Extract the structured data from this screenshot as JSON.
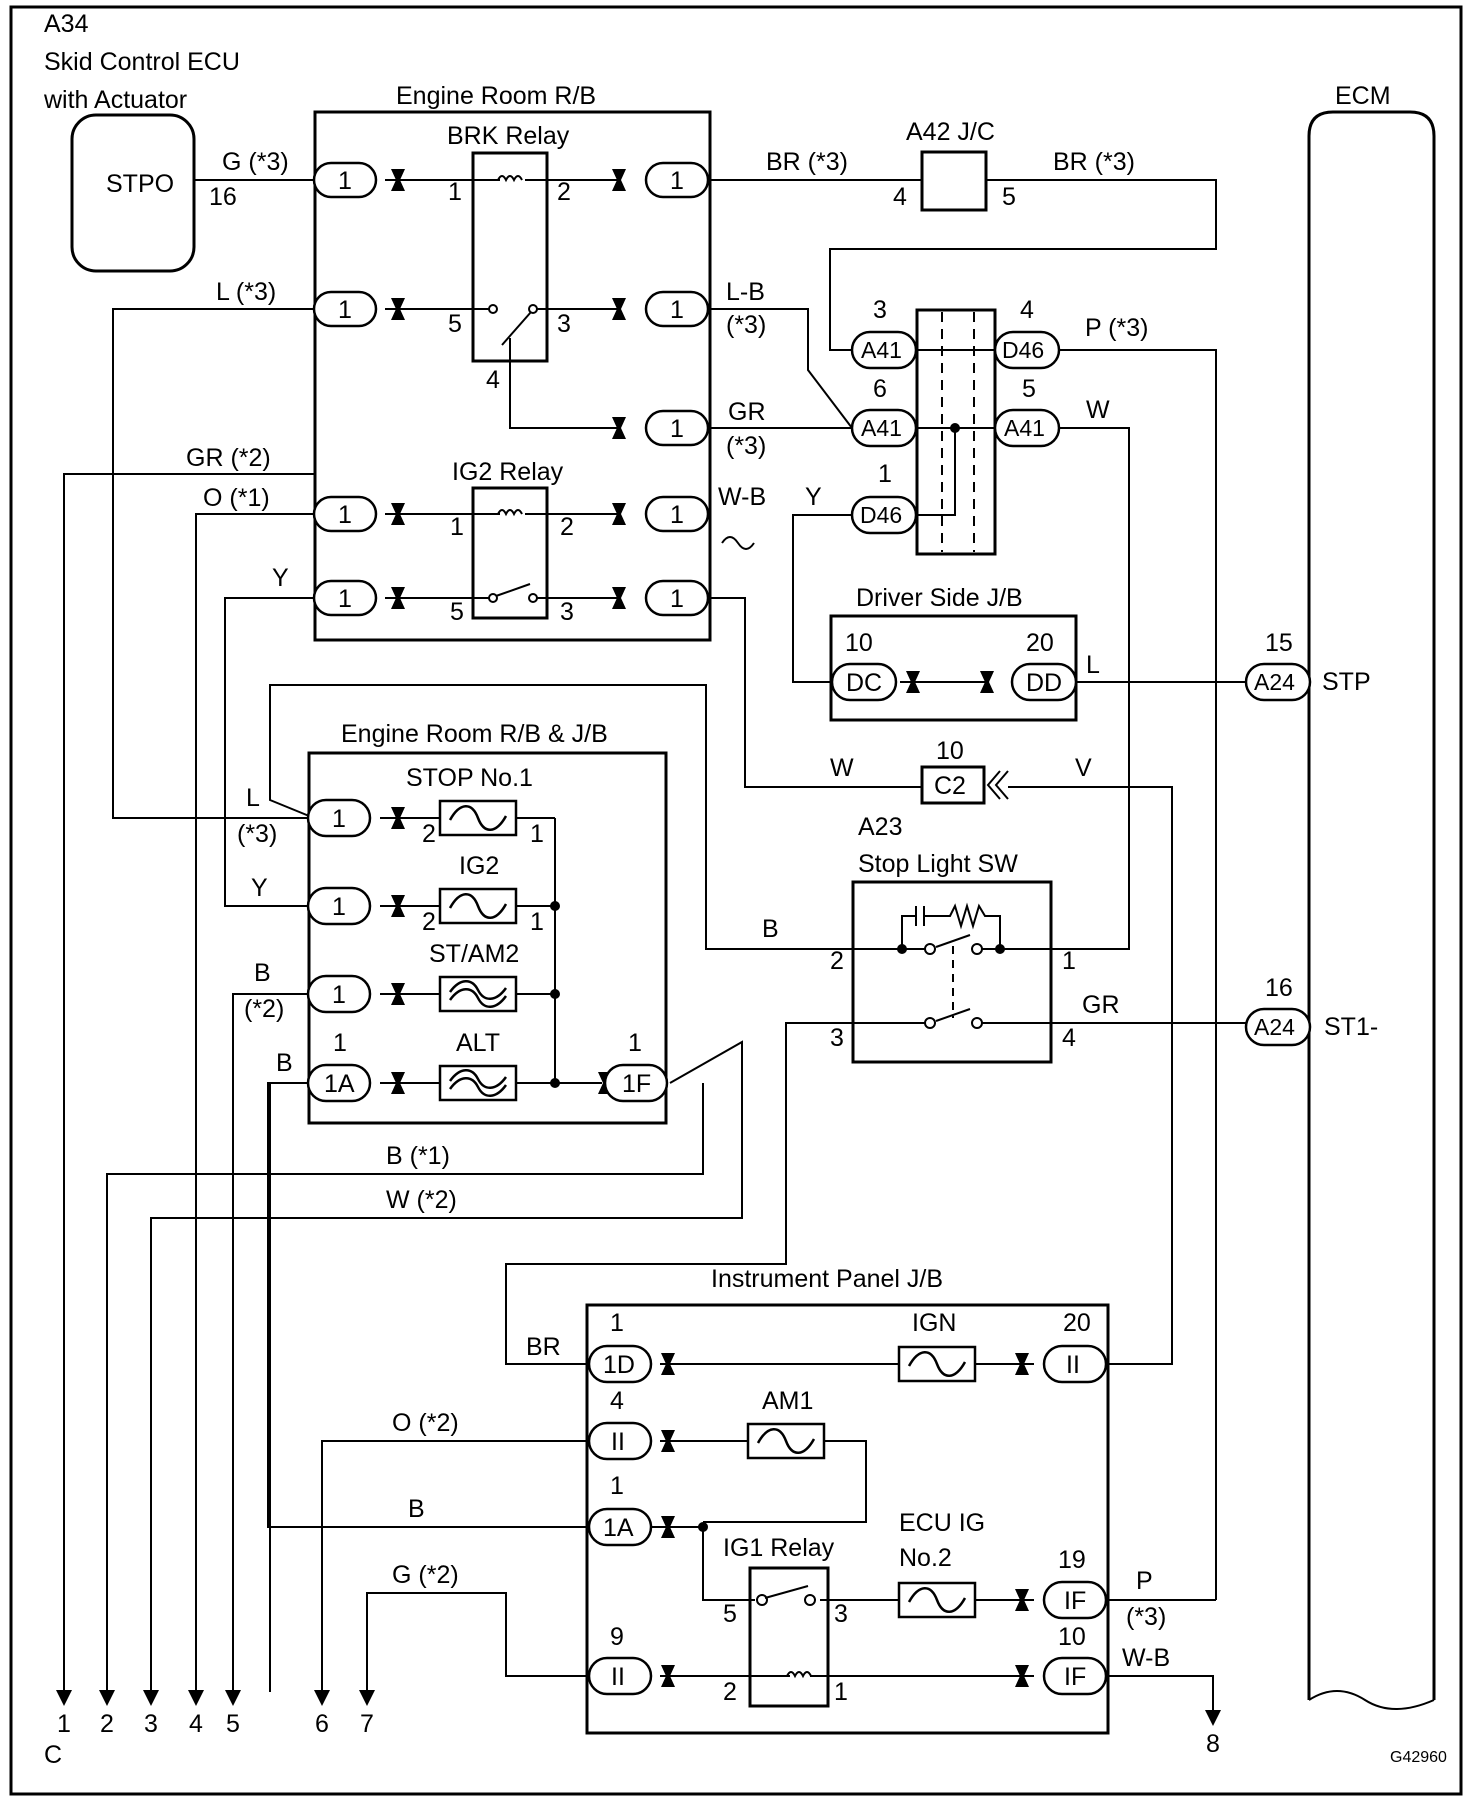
{
  "diagram_id": "G42960",
  "page_letter": "C",
  "component_a34": {
    "code": "A34",
    "name_line1": "Skid Control ECU",
    "name_line2": "with Actuator",
    "terminal": "STPO",
    "pin": "16"
  },
  "ecm": {
    "title": "ECM",
    "stp_pin": "15",
    "stp_conn": "A24",
    "stp_label": "STP",
    "st1_pin": "16",
    "st1_conn": "A24",
    "st1_label": "ST1-"
  },
  "engine_rb": {
    "title": "Engine Room R/B",
    "brk_relay": "BRK Relay",
    "ig2_relay": "IG2 Relay",
    "conn": "1"
  },
  "rbjb": {
    "title": "Engine Room R/B & J/B",
    "fuse_stop": "STOP No.1",
    "fuse_ig2": "IG2",
    "fuse_stam2": "ST/AM2",
    "fuse_alt": "ALT",
    "conn_1a": "1A",
    "conn_1f": "1F"
  },
  "a42": {
    "title": "A42 J/C",
    "pin_l": "4",
    "pin_r": "5"
  },
  "junction": {
    "a41": "A41",
    "d46": "D46"
  },
  "driver_jb": {
    "title": "Driver Side J/B",
    "pin_l": "10",
    "conn_l": "DC",
    "pin_r": "20",
    "conn_r": "DD"
  },
  "c2": {
    "pin": "10",
    "conn": "C2"
  },
  "stop_sw": {
    "code": "A23",
    "title": "Stop Light SW"
  },
  "ip_jb": {
    "title": "Instrument Panel J/B",
    "fuse_ign": "IGN",
    "fuse_am1": "AM1",
    "fuse_ecuig_1": "ECU IG",
    "fuse_ecuig_2": "No.2",
    "ig1_relay": "IG1 Relay",
    "conn_1d": "1D",
    "conn_ii": "II",
    "conn_1a": "1A",
    "conn_if": "IF"
  },
  "wires": {
    "g3": "G (*3)",
    "br3": "BR (*3)",
    "l3": "L (*3)",
    "lb": "L-B",
    "s3": "(*3)",
    "gr": "GR",
    "p3": "P (*3)",
    "w": "W",
    "gr2": "GR (*2)",
    "o1": "O (*1)",
    "wb": "W-B",
    "y": "Y",
    "l": "L",
    "v": "V",
    "b": "B",
    "s2": "(*2)",
    "b1": "B (*1)",
    "w2": "W (*2)",
    "br": "BR",
    "o2": "O (*2)",
    "g2": "G (*2)",
    "p": "P"
  },
  "outputs": [
    "1",
    "2",
    "3",
    "4",
    "5",
    "6",
    "7",
    "8"
  ]
}
